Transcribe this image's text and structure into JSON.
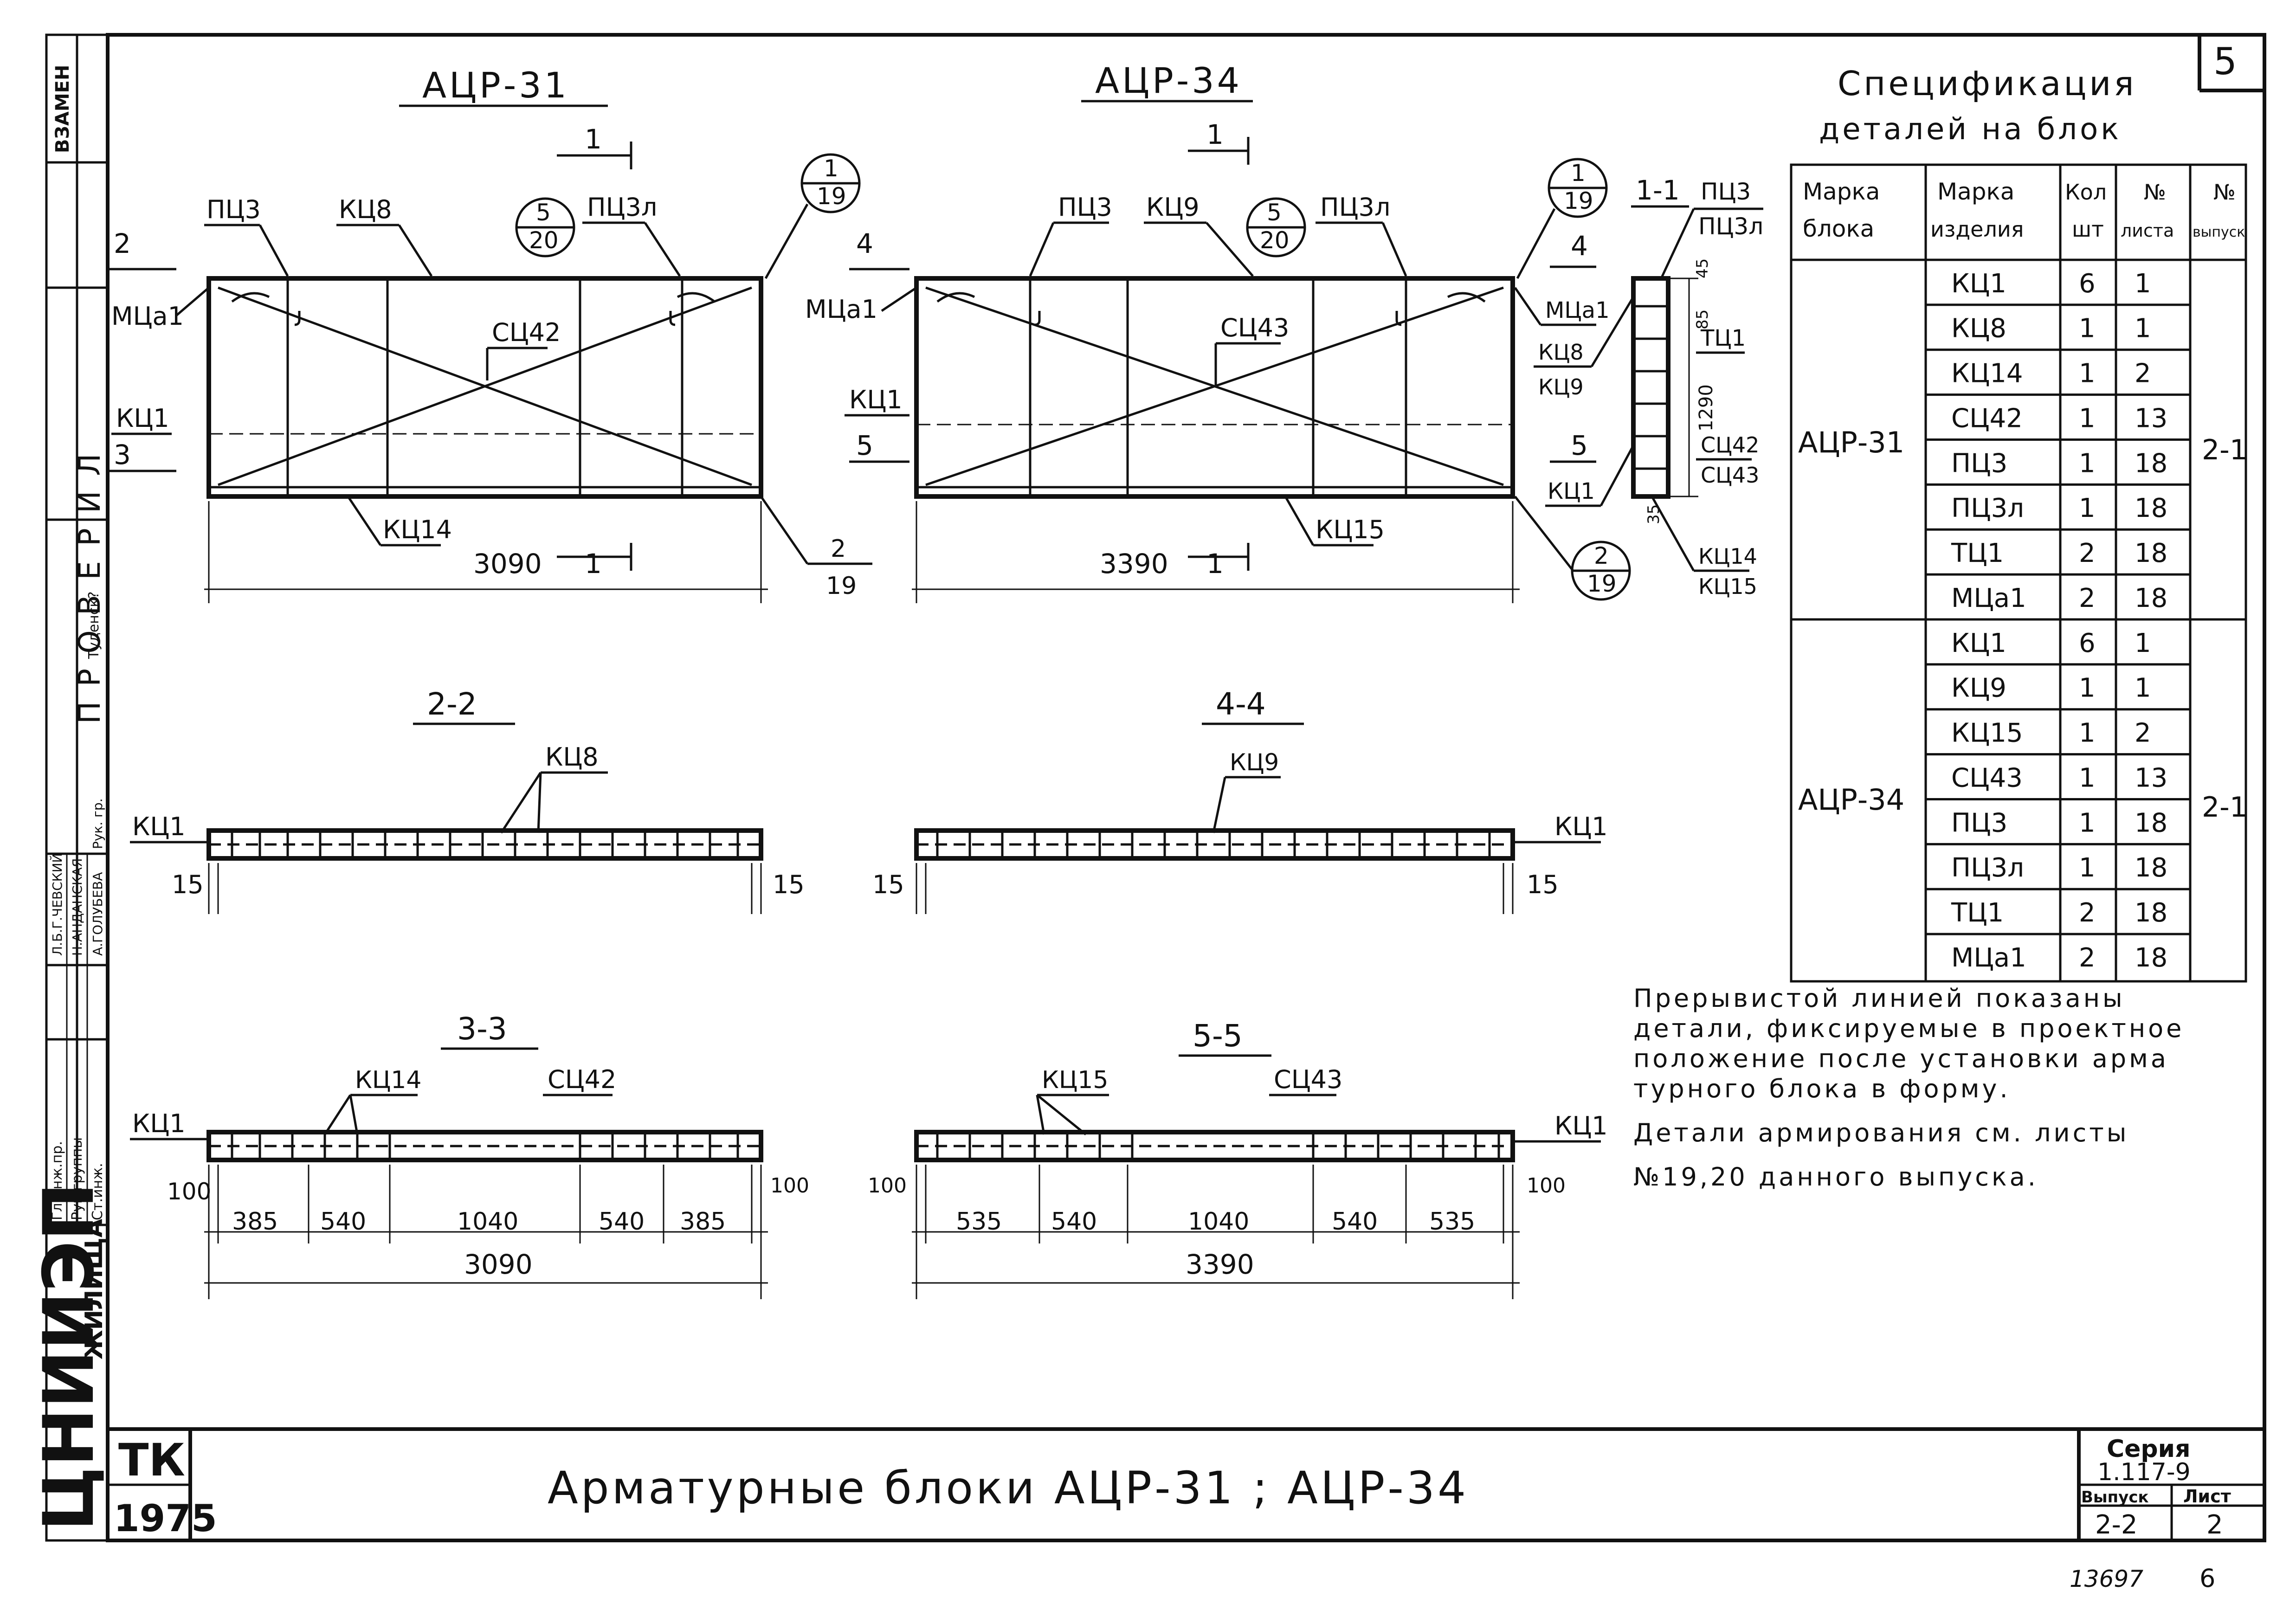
{
  "sheet_no": "5",
  "side_stamp": {
    "vzamen": "ВЗАМЕН",
    "proveril": "П Р О В Е Р И Л",
    "proveril_name": "Туденск?",
    "roles": [
      "Гл.инж.пр.",
      "Рук.группы",
      "Ст.инж."
    ],
    "names": [
      "Л.Б.Г.ЧЕВСКИЙ",
      "Н.АНДАНСКАЯ",
      "А.ГОЛУБЕВА"
    ],
    "extra_role": "Рук. гр.",
    "org": "ЦНИИЭП",
    "org_sub": "ЖИЛИЩА"
  },
  "views": {
    "acr31": {
      "title": "АЦР-31",
      "section_marks": [
        "1",
        "1",
        "2",
        "3"
      ],
      "labels": [
        "ПЦ3",
        "КЦ8",
        "ПЦ3л",
        "МЦа1",
        "СЦ42",
        "КЦ1",
        "КЦ14"
      ],
      "callout_top": {
        "num": "5",
        "den": "20"
      },
      "callout_right_top": {
        "num": "1",
        "den": "19"
      },
      "callout_right_bottom": {
        "num": "2",
        "den": "19"
      },
      "dim": "3090"
    },
    "acr34": {
      "title": "АЦР-34",
      "section_marks": [
        "1",
        "1",
        "4",
        "5"
      ],
      "labels": [
        "ПЦ3",
        "КЦ9",
        "ПЦ3л",
        "МЦа1",
        "СЦ43",
        "КЦ1",
        "КЦ15"
      ],
      "callout_top": {
        "num": "5",
        "den": "20"
      },
      "callout_right_top": {
        "num": "1",
        "den": "19"
      },
      "callout_right_bottom": {
        "num": "2",
        "den": "19"
      },
      "dim": "3390"
    },
    "sec11": {
      "title": "1-1",
      "labels": [
        "ПЦ3",
        "ПЦ3л",
        "ТЦ1",
        "КЦ8",
        "КЦ9",
        "СЦ42",
        "СЦ43",
        "КЦ1",
        "КЦ14",
        "КЦ15"
      ],
      "dims": [
        "45",
        "85",
        "1290",
        "35"
      ]
    },
    "sec22": {
      "title": "2-2",
      "labels": [
        "КЦ8",
        "КЦ1"
      ],
      "dims": [
        "15",
        "15"
      ]
    },
    "sec44": {
      "title": "4-4",
      "labels": [
        "КЦ9",
        "КЦ1"
      ],
      "dims": [
        "15",
        "15"
      ]
    },
    "sec33": {
      "title": "3-3",
      "labels": [
        "КЦ14",
        "СЦ42",
        "КЦ1"
      ],
      "end_dims": [
        "100",
        "100"
      ],
      "dims": [
        "385",
        "540",
        "1040",
        "540",
        "385"
      ],
      "total": "3090"
    },
    "sec55": {
      "title": "5-5",
      "labels": [
        "КЦ15",
        "СЦ43",
        "КЦ1"
      ],
      "end_dims": [
        "100",
        "100"
      ],
      "dims": [
        "535",
        "540",
        "1040",
        "540",
        "535"
      ],
      "total": "3390"
    }
  },
  "spec": {
    "title_line1": "Спецификация",
    "title_line2": "деталей на блок",
    "headers": [
      [
        "Марка",
        "блока"
      ],
      [
        "Марка",
        "изделия"
      ],
      [
        "Кол",
        "шт"
      ],
      [
        "№",
        "листа"
      ],
      [
        "№",
        "выпуск"
      ]
    ],
    "groups": [
      {
        "block": "АЦР-31",
        "issue": "2-1",
        "rows": [
          [
            "КЦ1",
            "6",
            "1"
          ],
          [
            "КЦ8",
            "1",
            "1"
          ],
          [
            "КЦ14",
            "1",
            "2"
          ],
          [
            "СЦ42",
            "1",
            "13"
          ],
          [
            "ПЦ3",
            "1",
            "18"
          ],
          [
            "ПЦ3л",
            "1",
            "18"
          ],
          [
            "ТЦ1",
            "2",
            "18"
          ],
          [
            "МЦа1",
            "2",
            "18"
          ]
        ]
      },
      {
        "block": "АЦР-34",
        "issue": "2-1",
        "rows": [
          [
            "КЦ1",
            "6",
            "1"
          ],
          [
            "КЦ9",
            "1",
            "1"
          ],
          [
            "КЦ15",
            "1",
            "2"
          ],
          [
            "СЦ43",
            "1",
            "13"
          ],
          [
            "ПЦ3",
            "1",
            "18"
          ],
          [
            "ПЦ3л",
            "1",
            "18"
          ],
          [
            "ТЦ1",
            "2",
            "18"
          ],
          [
            "МЦа1",
            "2",
            "18"
          ]
        ]
      }
    ]
  },
  "notes": [
    "Прерывистой линией показаны",
    "детали, фиксируемые в проектное",
    "положение после установки арма",
    "турного блока в форму.",
    "Детали армирования см. листы",
    "№19,20 данного выпуска."
  ],
  "title_block": {
    "code": "ТК",
    "year": "1975",
    "title": "Арматурные блоки АЦР-31 ; АЦР-34",
    "series_label": "Серия",
    "series": "1.117-9",
    "issue_label": "Выпуск",
    "sheet_label": "Лист",
    "issue": "2-2",
    "sheet": "2"
  },
  "footer": {
    "inv": "13697",
    "page": "6"
  }
}
